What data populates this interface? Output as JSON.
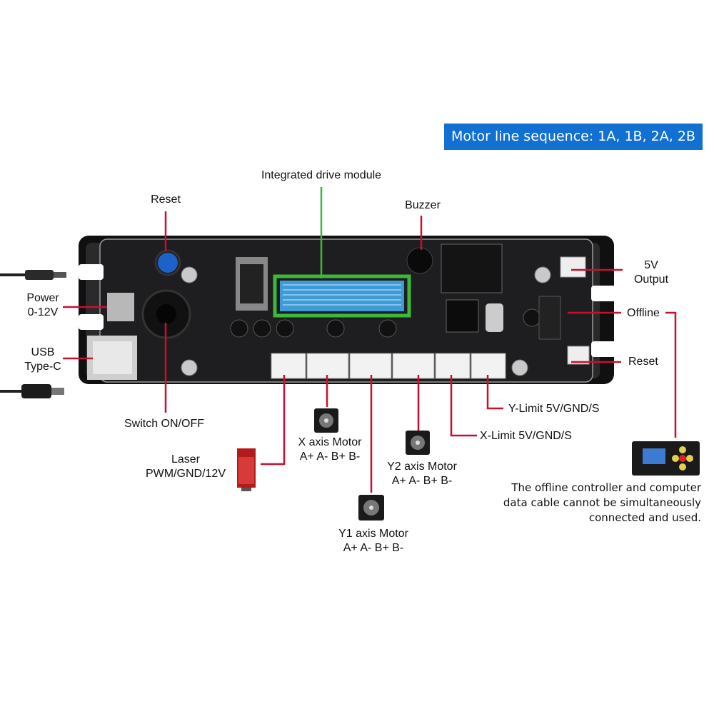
{
  "banner": {
    "text": "Motor line sequence: 1A, 1B, 2A, 2B",
    "bg": "#1170d2"
  },
  "labels": {
    "integrated_drive": "Integrated drive module",
    "reset_top": "Reset",
    "buzzer": "Buzzer",
    "power_line1": "Power",
    "power_line2": "0-12V",
    "usb_line1": "USB",
    "usb_line2": "Type-C",
    "switch": "Switch ON/OFF",
    "laser_line1": "Laser",
    "laser_line2": "PWM/GND/12V",
    "x_motor_line1": "X axis Motor",
    "x_motor_line2": "A+ A- B+ B-",
    "y1_motor_line1": "Y1 axis Motor",
    "y1_motor_line2": "A+ A- B+ B-",
    "y2_motor_line1": "Y2 axis Motor",
    "y2_motor_line2": "A+ A- B+ B-",
    "y_limit": "Y-Limit 5V/GND/S",
    "x_limit": "X-Limit 5V/GND/S",
    "output_line1": "5V",
    "output_line2": "Output",
    "offline": "Offline",
    "reset_right": "Reset",
    "note_line1": "The offline controller and computer",
    "note_line2": "data cable cannot be simultaneously",
    "note_line3": "connected and used."
  },
  "colors": {
    "leader": "#c8102e",
    "highlight": "#3db83a",
    "heatsink": "#3f9ad6",
    "board": "#1e1e20"
  }
}
